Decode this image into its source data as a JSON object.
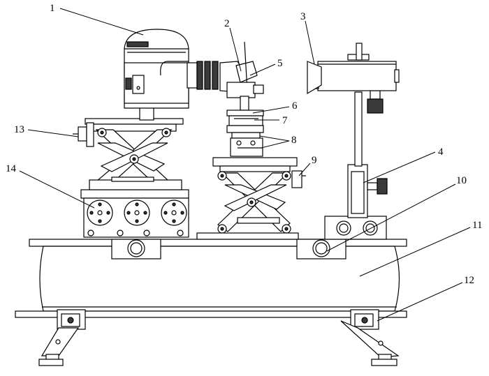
{
  "callouts": [
    {
      "label": "1"
    },
    {
      "label": "2"
    },
    {
      "label": "3"
    },
    {
      "label": "4"
    },
    {
      "label": "5"
    },
    {
      "label": "6"
    },
    {
      "label": "7"
    },
    {
      "label": "8"
    },
    {
      "label": "9"
    },
    {
      "label": "10"
    },
    {
      "label": "11"
    },
    {
      "label": "12"
    },
    {
      "label": "13"
    },
    {
      "label": "14"
    }
  ]
}
